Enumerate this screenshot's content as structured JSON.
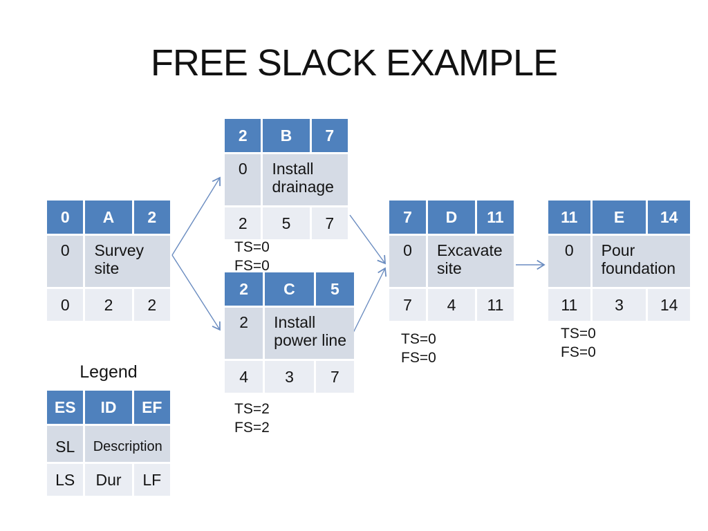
{
  "title": "FREE SLACK EXAMPLE",
  "colors": {
    "header_blue": "#4f81bd",
    "row_mid": "#d5dbe5",
    "row_light": "#eaedf3",
    "arrow_blue": "#6a8cc0",
    "text": "#141414"
  },
  "legend": {
    "label": "Legend",
    "es": "ES",
    "id": "ID",
    "ef": "EF",
    "sl": "SL",
    "desc": "Description",
    "ls": "LS",
    "dur": "Dur",
    "lf": "LF"
  },
  "nodes": {
    "a": {
      "es": "0",
      "id": "A",
      "ef": "2",
      "sl": "0",
      "desc": "Survey site",
      "ls": "0",
      "dur": "2",
      "lf": "2"
    },
    "b": {
      "es": "2",
      "id": "B",
      "ef": "7",
      "sl": "0",
      "desc": "Install drainage",
      "ls": "2",
      "dur": "5",
      "lf": "7",
      "ts": "TS=0",
      "fs": "FS=0"
    },
    "c": {
      "es": "2",
      "id": "C",
      "ef": "5",
      "sl": "2",
      "desc": "Install power line",
      "ls": "4",
      "dur": "3",
      "lf": "7",
      "ts": "TS=2",
      "fs": "FS=2"
    },
    "d": {
      "es": "7",
      "id": "D",
      "ef": "11",
      "sl": "0",
      "desc": "Excavate site",
      "ls": "7",
      "dur": "4",
      "lf": "11",
      "ts": "TS=0",
      "fs": "FS=0"
    },
    "e": {
      "es": "11",
      "id": "E",
      "ef": "14",
      "sl": "0",
      "desc": "Pour foundation",
      "ls": "11",
      "dur": "3",
      "lf": "14",
      "ts": "TS=0",
      "fs": "FS=0"
    }
  }
}
